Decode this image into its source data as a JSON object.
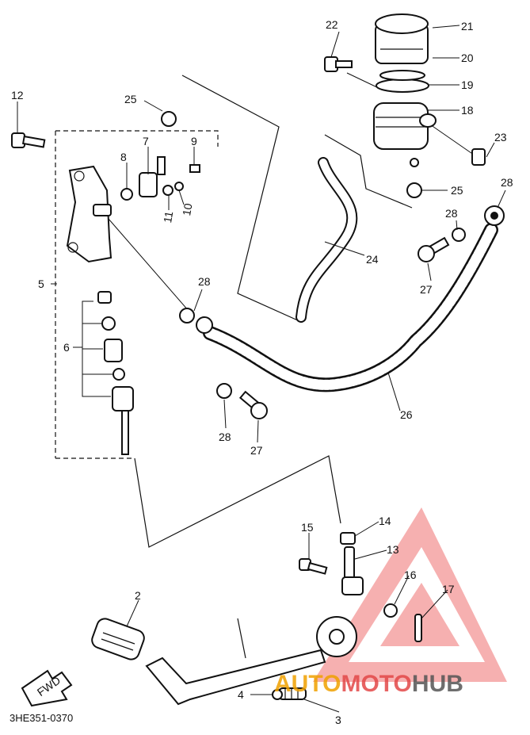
{
  "diagram_code": "3HE351-0370",
  "direction_label": "FWD",
  "watermark": {
    "word_a": "AUTO",
    "word_b": "MOTO",
    "word_c": "HUB",
    "color_a": "#f0a000",
    "color_b": "#e34848",
    "color_c": "#555555"
  },
  "callouts": {
    "p2": "2",
    "p3": "3",
    "p4": "4",
    "p5": "5",
    "p6": "6",
    "p7": "7",
    "p8": "8",
    "p9": "9",
    "p10": "10",
    "p11": "11",
    "p12": "12",
    "p13": "13",
    "p14": "14",
    "p15": "15",
    "p16": "16",
    "p17": "17",
    "p18": "18",
    "p19": "19",
    "p20": "20",
    "p21": "21",
    "p22": "22",
    "p23": "23",
    "p24": "24",
    "p25a": "25",
    "p25b": "25",
    "p26": "26",
    "p27a": "27",
    "p27b": "27",
    "p28a": "28",
    "p28b": "28",
    "p28c": "28",
    "p28d": "28"
  }
}
